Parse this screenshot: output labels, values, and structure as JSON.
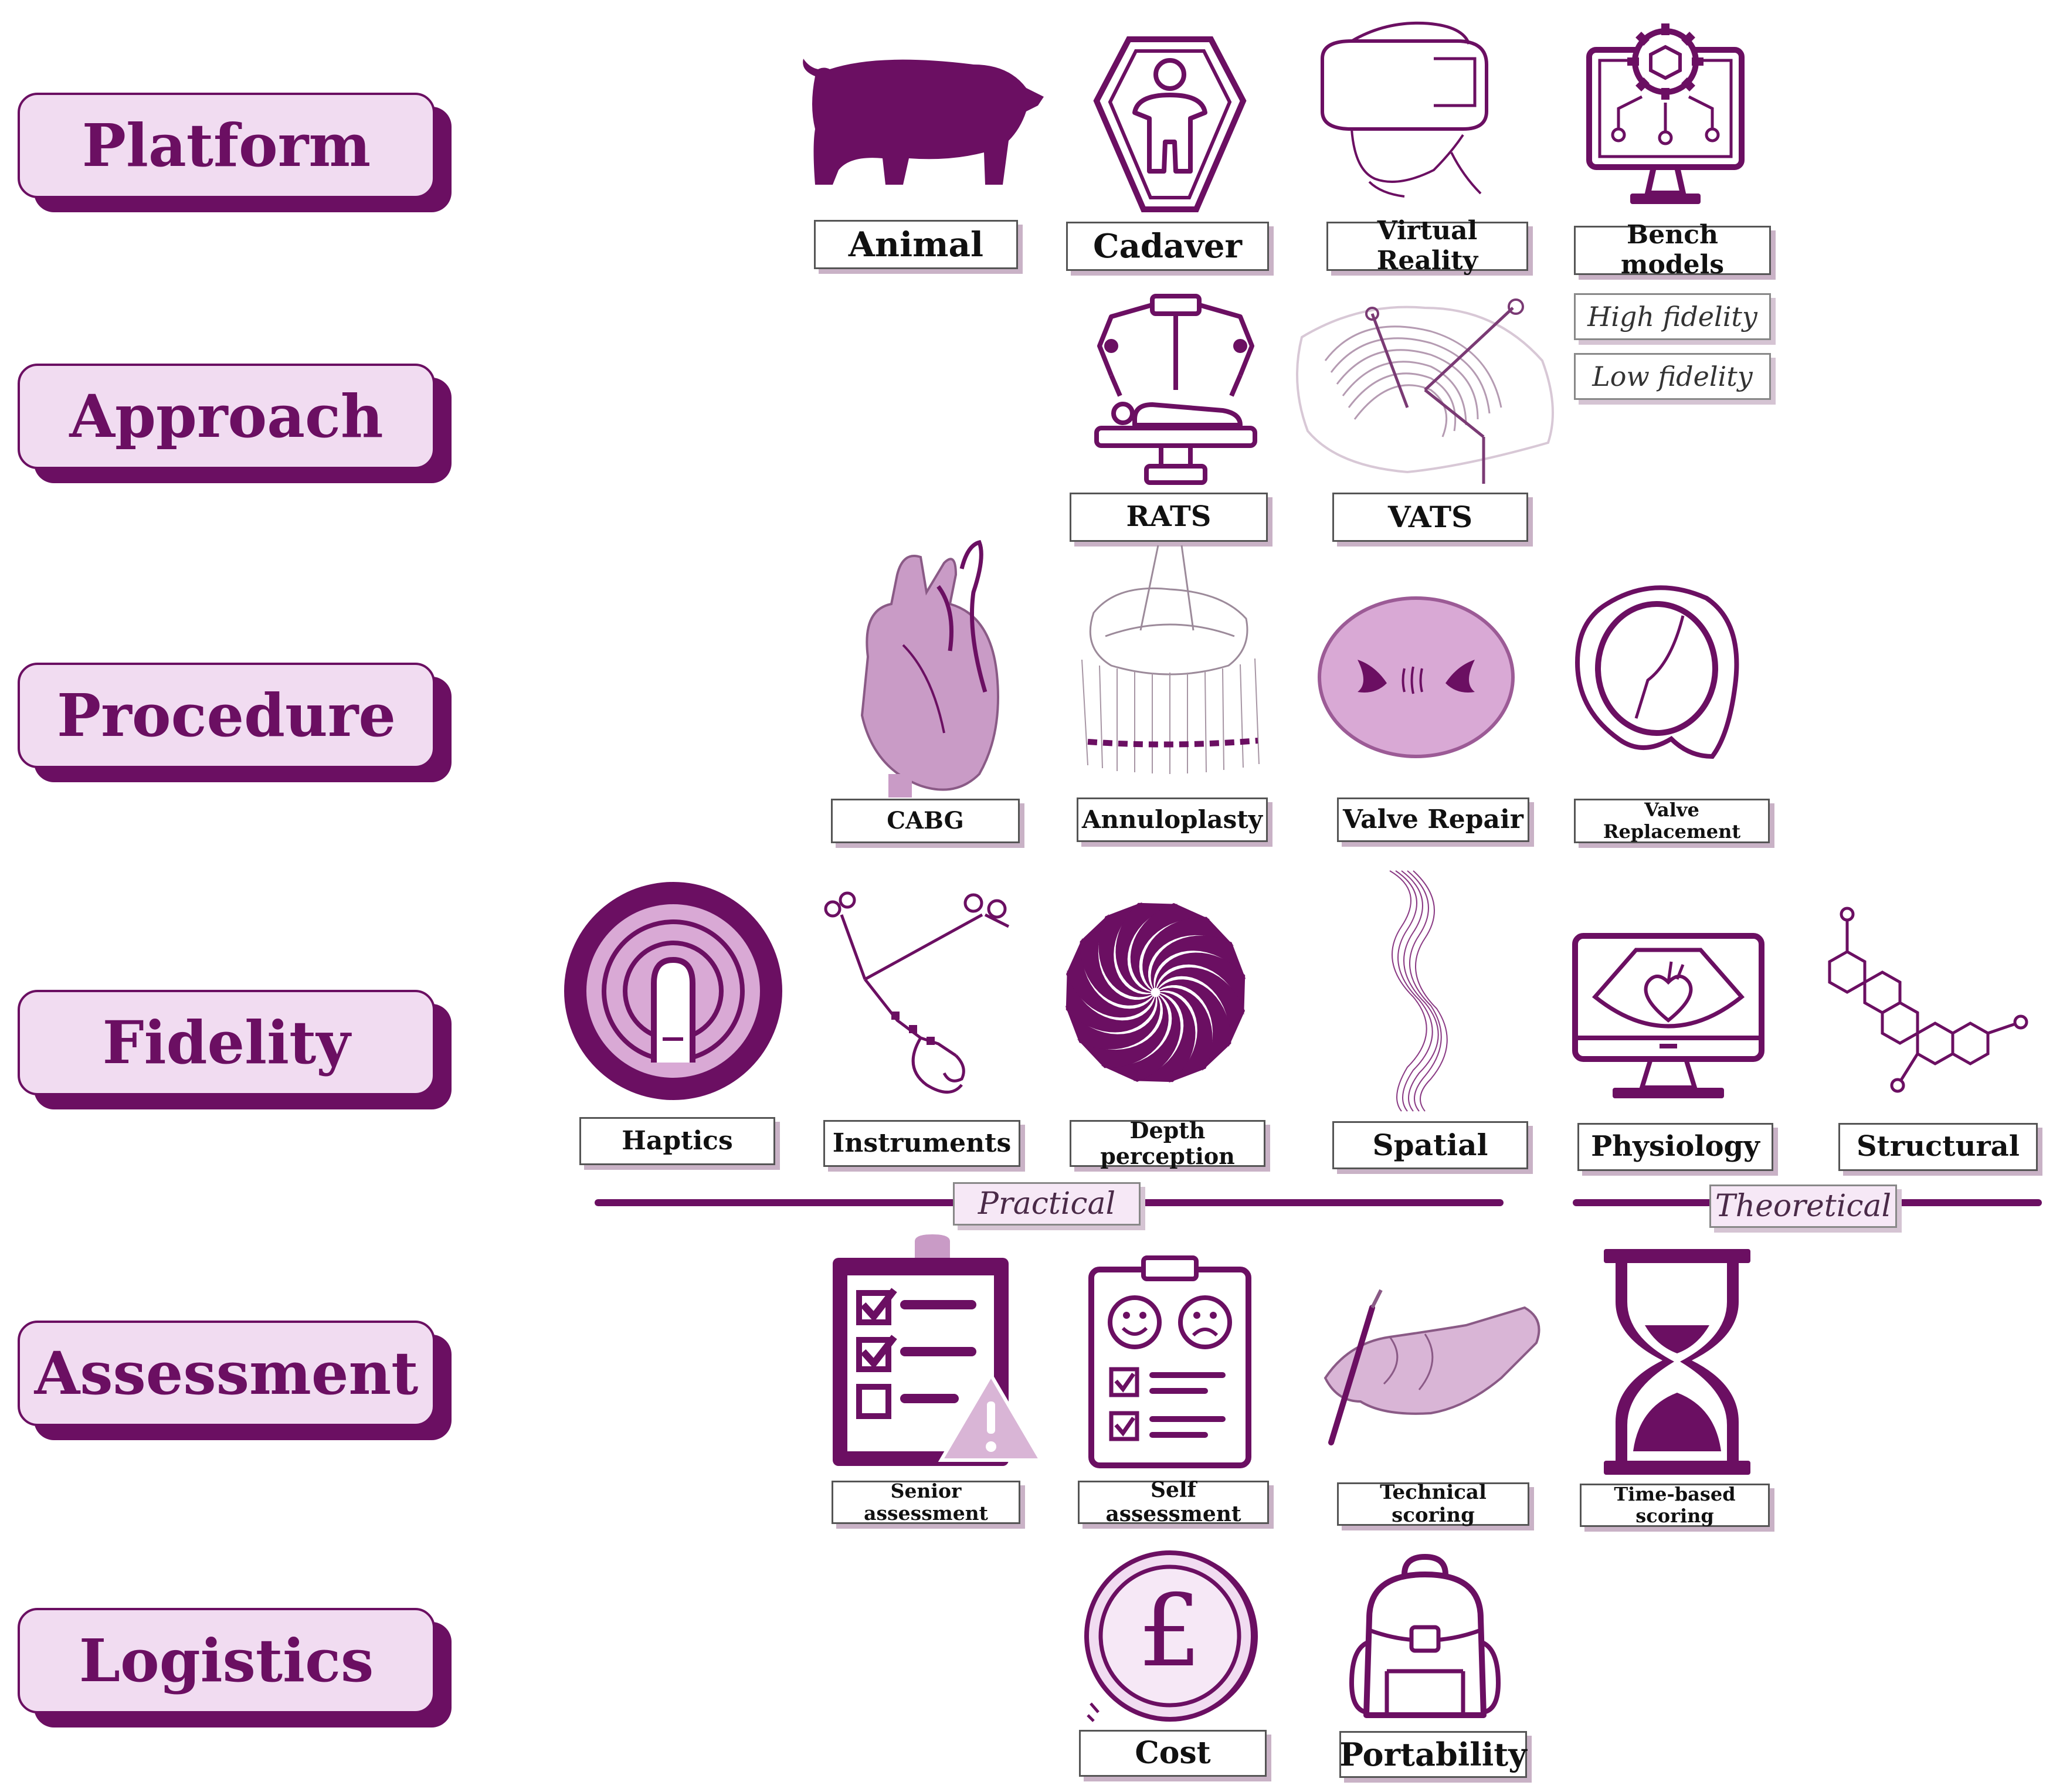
{
  "categories": {
    "platform": "Platform",
    "approach": "Approach",
    "procedure": "Procedure",
    "fidelity": "Fidelity",
    "assessment": "Assessment",
    "logistics": "Logistics"
  },
  "platform": {
    "animal": "Animal",
    "cadaver": "Cadaver",
    "virtual_reality": "Virtual Reality",
    "bench_models": "Bench models",
    "high_fidelity": "High fidelity",
    "low_fidelity": "Low fidelity"
  },
  "approach": {
    "rats": "RATS",
    "vats": "VATS"
  },
  "procedure": {
    "cabg": "CABG",
    "annuloplasty": "Annuloplasty",
    "valve_repair": "Valve Repair",
    "valve_replacement": "Valve Replacement"
  },
  "fidelity": {
    "haptics": "Haptics",
    "instruments": "Instruments",
    "depth_perception": "Depth perception",
    "spatial": "Spatial",
    "physiology": "Physiology",
    "structural": "Structural",
    "practical": "Practical",
    "theoretical": "Theoretical"
  },
  "assessment": {
    "senior": "Senior assessment",
    "self": "Self assessment",
    "technical": "Technical scoring",
    "time_based": "Time-based scoring"
  },
  "logistics": {
    "cost": "Cost",
    "portability": "Portability",
    "pound_symbol": "£"
  },
  "colors": {
    "primary": "#6b0f62",
    "light": "#f1dcf1",
    "mid": "#c99bc6"
  },
  "icons": [
    "pig-icon",
    "cadaver-icon",
    "vr-headset-icon",
    "computer-gear-icon",
    "robotic-surgery-icon",
    "vats-thorax-icon",
    "heart-icon",
    "annuloplasty-ring-icon",
    "valve-icon",
    "valve-prosthesis-icon",
    "haptic-finger-icon",
    "surgical-instruments-icon",
    "spiral-icon",
    "spatial-wave-icon",
    "ultrasound-monitor-icon",
    "molecule-icon",
    "clipboard-warning-icon",
    "feedback-clipboard-icon",
    "gloved-hand-scalpel-icon",
    "hourglass-icon",
    "pound-coin-icon",
    "backpack-icon"
  ]
}
